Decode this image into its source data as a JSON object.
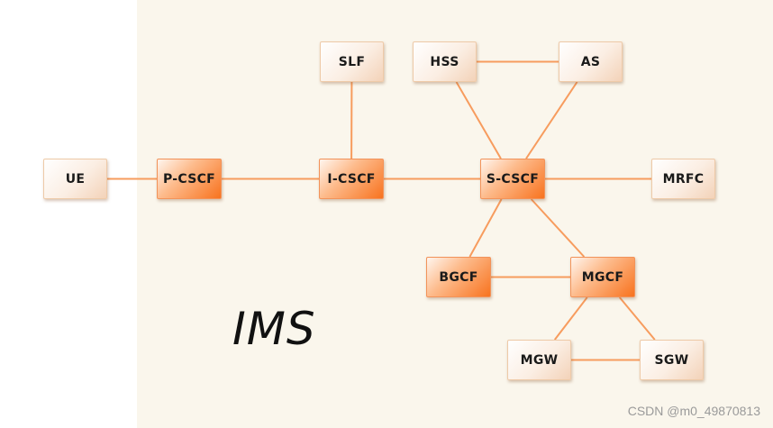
{
  "diagram": {
    "title": "IMS",
    "nodes": [
      {
        "id": "ue",
        "label": "UE",
        "style": "light"
      },
      {
        "id": "pcscf",
        "label": "P-CSCF",
        "style": "orange"
      },
      {
        "id": "icscf",
        "label": "I-CSCF",
        "style": "orange"
      },
      {
        "id": "slf",
        "label": "SLF",
        "style": "light"
      },
      {
        "id": "hss",
        "label": "HSS",
        "style": "light"
      },
      {
        "id": "as",
        "label": "AS",
        "style": "light"
      },
      {
        "id": "scscf",
        "label": "S-CSCF",
        "style": "orange"
      },
      {
        "id": "mrfc",
        "label": "MRFC",
        "style": "light"
      },
      {
        "id": "bgcf",
        "label": "BGCF",
        "style": "orange"
      },
      {
        "id": "mgcf",
        "label": "MGCF",
        "style": "orange"
      },
      {
        "id": "mgw",
        "label": "MGW",
        "style": "light"
      },
      {
        "id": "sgw",
        "label": "SGW",
        "style": "light"
      }
    ],
    "edges": [
      [
        "ue",
        "pcscf"
      ],
      [
        "pcscf",
        "icscf"
      ],
      [
        "icscf",
        "slf"
      ],
      [
        "icscf",
        "scscf"
      ],
      [
        "hss",
        "as"
      ],
      [
        "hss",
        "scscf"
      ],
      [
        "as",
        "scscf"
      ],
      [
        "scscf",
        "mrfc"
      ],
      [
        "scscf",
        "bgcf"
      ],
      [
        "scscf",
        "mgcf"
      ],
      [
        "bgcf",
        "mgcf"
      ],
      [
        "mgcf",
        "mgw"
      ],
      [
        "mgcf",
        "sgw"
      ],
      [
        "mgw",
        "sgw"
      ]
    ]
  },
  "colors": {
    "line": "#f79c5e",
    "ims_region": "#faf6ec",
    "orange_node": "#f8731f",
    "light_node": "#fbeee3"
  },
  "watermark": "CSDN @m0_49870813"
}
